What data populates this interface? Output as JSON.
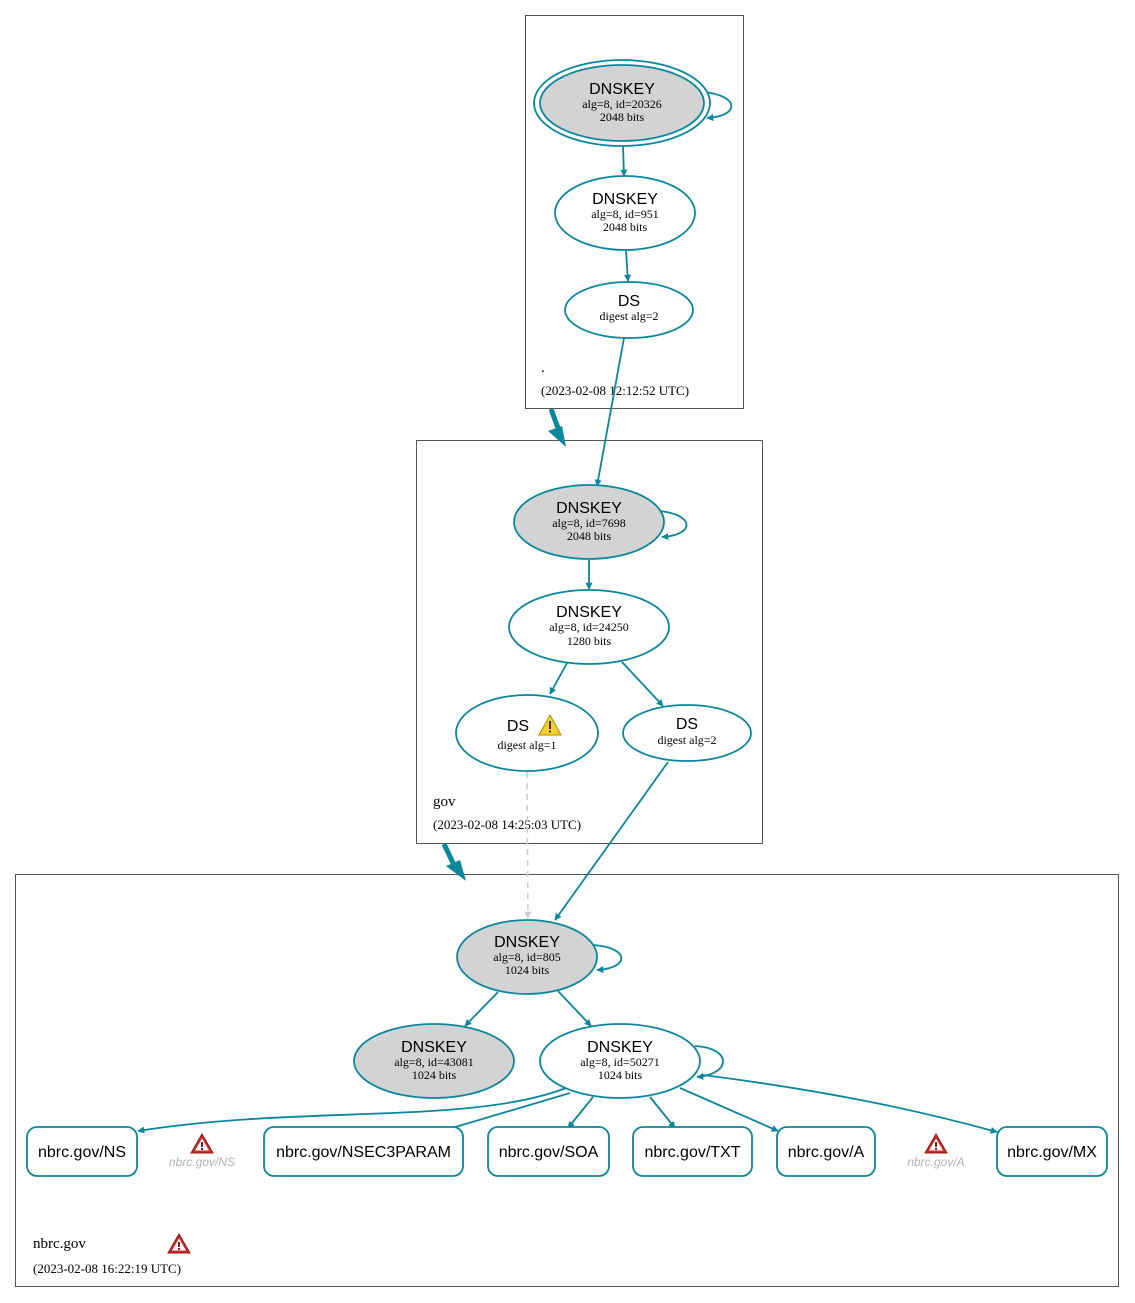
{
  "zones": {
    "root": {
      "name": ".",
      "timestamp": "(2023-02-08 12:12:52 UTC)"
    },
    "gov": {
      "name": "gov",
      "timestamp": "(2023-02-08 14:25:03 UTC)"
    },
    "nbrc": {
      "name": "nbrc.gov",
      "timestamp": "(2023-02-08 16:22:19 UTC)"
    }
  },
  "nodes": {
    "root_ksk": {
      "title": "DNSKEY",
      "line1": "alg=8, id=20326",
      "line2": "2048 bits"
    },
    "root_zsk": {
      "title": "DNSKEY",
      "line1": "alg=8, id=951",
      "line2": "2048 bits"
    },
    "root_ds": {
      "title": "DS",
      "line1": "digest alg=2"
    },
    "gov_ksk": {
      "title": "DNSKEY",
      "line1": "alg=8, id=7698",
      "line2": "2048 bits"
    },
    "gov_zsk": {
      "title": "DNSKEY",
      "line1": "alg=8, id=24250",
      "line2": "1280 bits"
    },
    "gov_ds1": {
      "title": "DS",
      "line1": "digest alg=1"
    },
    "gov_ds2": {
      "title": "DS",
      "line1": "digest alg=2"
    },
    "nbrc_ksk": {
      "title": "DNSKEY",
      "line1": "alg=8, id=805",
      "line2": "1024 bits"
    },
    "nbrc_key43081": {
      "title": "DNSKEY",
      "line1": "alg=8, id=43081",
      "line2": "1024 bits"
    },
    "nbrc_zsk": {
      "title": "DNSKEY",
      "line1": "alg=8, id=50271",
      "line2": "1024 bits"
    }
  },
  "rrsets": {
    "ns": "nbrc.gov/NS",
    "nsec3param": "nbrc.gov/NSEC3PARAM",
    "soa": "nbrc.gov/SOA",
    "txt": "nbrc.gov/TXT",
    "a": "nbrc.gov/A",
    "mx": "nbrc.gov/MX"
  },
  "ghosts": {
    "ns": "nbrc.gov/NS",
    "a": "nbrc.gov/A"
  },
  "colors": {
    "edge": "#0a879a",
    "ksk_fill": "#d3d3d3",
    "node_fill": "#ffffff",
    "dashed_edge": "#cccccc",
    "warning_yellow": "#f6d02f",
    "error_red": "#cc2a2a"
  },
  "icons": {
    "warning": "warning-icon",
    "error": "error-icon"
  }
}
